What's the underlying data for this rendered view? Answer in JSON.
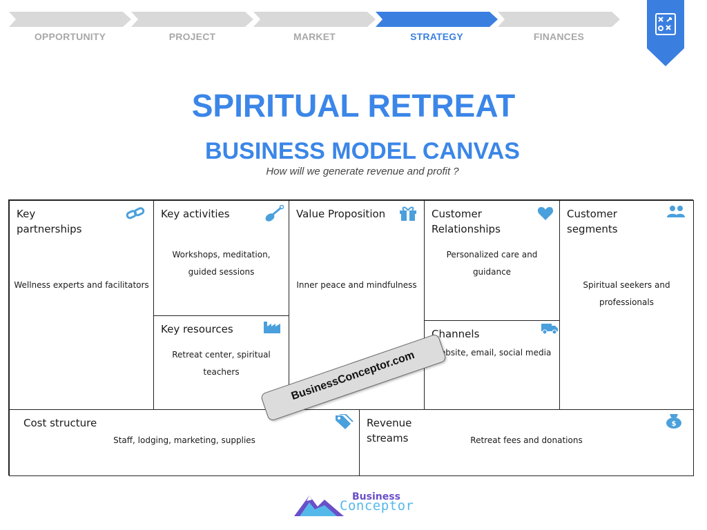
{
  "nav": {
    "steps": [
      {
        "label": "OPPORTUNITY",
        "active": false
      },
      {
        "label": "PROJECT",
        "active": false
      },
      {
        "label": "MARKET",
        "active": false
      },
      {
        "label": "STRATEGY",
        "active": true
      },
      {
        "label": "FINANCES",
        "active": false
      }
    ]
  },
  "header": {
    "title": "SPIRITUAL RETREAT",
    "subtitle": "BUSINESS MODEL CANVAS",
    "question": "How will we generate revenue and profit ?"
  },
  "canvas": {
    "key_partnerships": {
      "title": "Key partnerships",
      "body": "Wellness experts and facilitators",
      "icon": "link-icon"
    },
    "key_activities": {
      "title": "Key activities",
      "body": "Workshops, meditation, guided sessions",
      "icon": "shovel-icon"
    },
    "key_resources": {
      "title": "Key resources",
      "body": "Retreat center, spiritual teachers",
      "icon": "factory-icon"
    },
    "value_proposition": {
      "title": "Value Proposition",
      "body": "Inner peace and mindfulness",
      "icon": "gift-icon"
    },
    "customer_relationships": {
      "title": "Customer Relationships",
      "body": "Personalized care and guidance",
      "icon": "heart-icon"
    },
    "channels": {
      "title": "Channels",
      "body": "Website, email, social media",
      "icon": "truck-icon"
    },
    "customer_segments": {
      "title": "Customer segments",
      "body": "Spiritual seekers and professionals",
      "icon": "users-icon"
    },
    "cost_structure": {
      "title": "Cost structure",
      "body": "Staff, lodging, marketing, supplies",
      "icon": "tag-icon"
    },
    "revenue_streams": {
      "title": "Revenue streams",
      "body": "Retreat fees and donations",
      "icon": "money-bag-icon"
    }
  },
  "watermark": {
    "text": "BusinessConceptor.com"
  },
  "logo": {
    "line1": "Business",
    "line2": "Conceptor"
  },
  "colors": {
    "accent": "#3b86e8",
    "inactive_step": "#d9d9d9",
    "active_step": "#3a7fe0",
    "icon": "#4aa0dc"
  }
}
